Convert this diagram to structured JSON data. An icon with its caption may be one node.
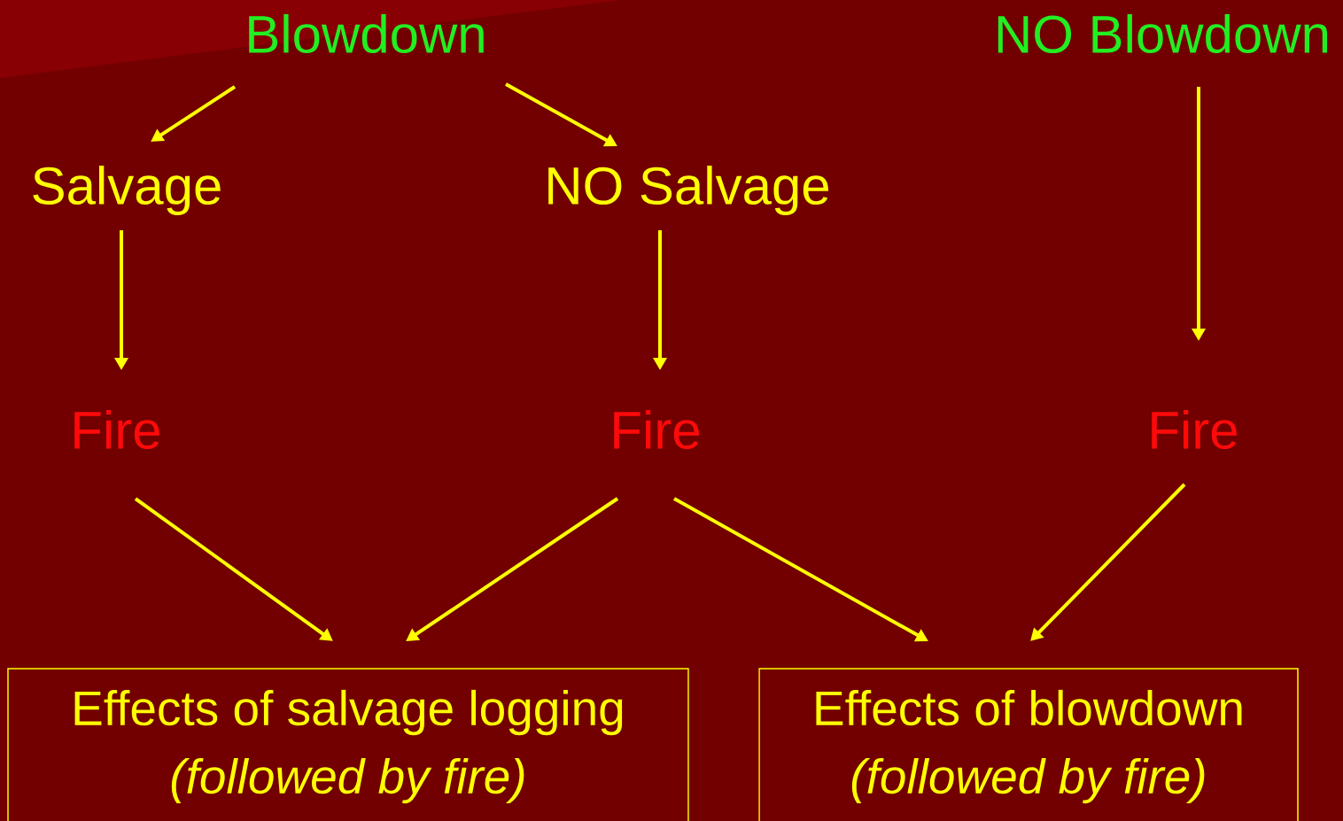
{
  "diagram": {
    "nodes": [
      {
        "text": [
          "Blowdown"
        ]
      },
      {
        "text": [
          "NO Blowdown"
        ]
      },
      {
        "text": [
          "Salvage"
        ]
      },
      {
        "text": [
          "NO Salvage"
        ]
      },
      {
        "text": [
          "Fire"
        ]
      },
      {
        "text": [
          "Fire"
        ]
      },
      {
        "text": [
          "Fire"
        ]
      },
      {
        "text": [
          "Effects of salvage logging",
          "(followed by fire)"
        ]
      },
      {
        "text": [
          "Effects of blowdown",
          "(followed by fire)"
        ]
      }
    ],
    "edges": [
      {
        "from": 0,
        "to": 2,
        "arrow": "to"
      },
      {
        "from": 0,
        "to": 3,
        "arrow": "to"
      },
      {
        "from": 2,
        "to": 4,
        "arrow": "to"
      },
      {
        "from": 3,
        "to": 5,
        "arrow": "to"
      },
      {
        "from": 1,
        "to": 6,
        "arrow": "to"
      },
      {
        "from": 4,
        "to": 7,
        "arrow": "to"
      },
      {
        "from": 5,
        "to": 7,
        "arrow": "to"
      },
      {
        "from": 5,
        "to": 8,
        "arrow": "to"
      },
      {
        "from": 6,
        "to": 8,
        "arrow": "to"
      }
    ]
  }
}
